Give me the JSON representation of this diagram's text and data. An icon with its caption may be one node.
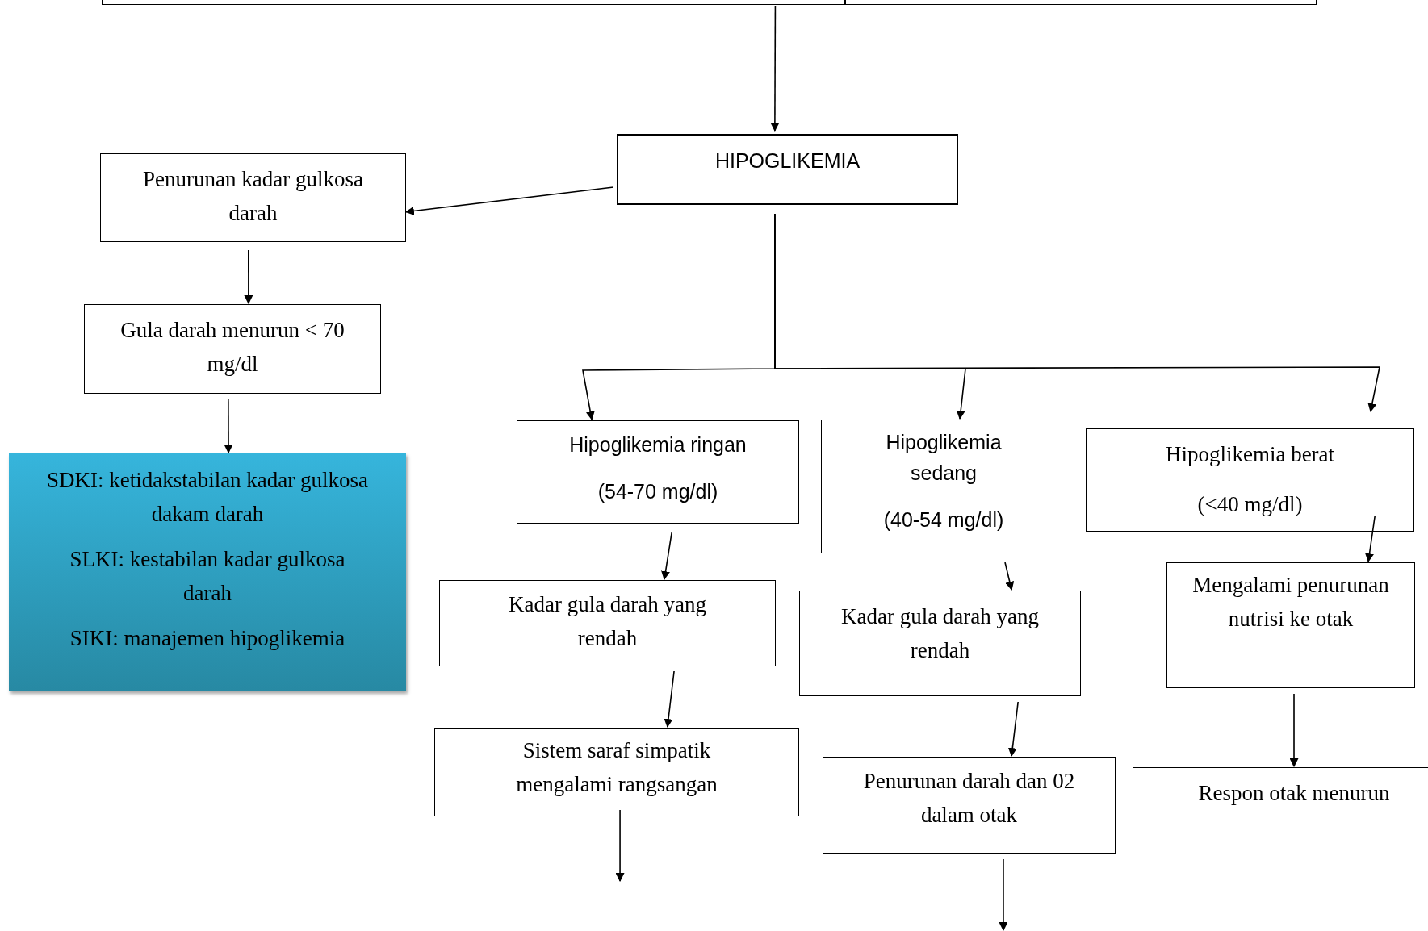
{
  "diagram": {
    "nodes": [
      {
        "text": [],
        "shape": "box"
      },
      {
        "text": [],
        "shape": "box"
      },
      {
        "text": [
          "HIPOGLIKEMIA"
        ]
      },
      {
        "text": [
          "Penurunan kadar gulkosa darah"
        ]
      },
      {
        "text": [
          "Gula darah menurun < 70 mg/dl"
        ]
      },
      {
        "text": [
          "SDKI: ketidakstabilan kadar gulkosa dakam darah",
          "SLKI: kestabilan kadar gulkosa darah",
          "SIKI: manajemen hipoglikemia"
        ]
      },
      {
        "text": [
          "Hipoglikemia ringan",
          "(54-70 mg/dl)"
        ]
      },
      {
        "text": [
          "Hipoglikemia sedang",
          "(40-54 mg/dl)"
        ]
      },
      {
        "text": [
          "Hipoglikemia berat",
          "(<40 mg/dl)"
        ]
      },
      {
        "text": [
          "Kadar gula darah yang rendah"
        ]
      },
      {
        "text": [
          "Kadar gula darah yang rendah"
        ]
      },
      {
        "text": [
          "Mengalami penurunan nutrisi ke otak"
        ]
      },
      {
        "text": [
          "Sistem saraf simpatik mengalami rangsangan"
        ]
      },
      {
        "text": [
          "Penurunan darah dan  02 dalam otak"
        ]
      },
      {
        "text": [
          "Respon otak menurun"
        ]
      }
    ],
    "edges": [
      {
        "from": 0,
        "to": 2,
        "arrow": "to"
      },
      {
        "from": 2,
        "to": 3,
        "arrow": "to"
      },
      {
        "from": 3,
        "to": 4,
        "arrow": "to"
      },
      {
        "from": 4,
        "to": 5,
        "arrow": "to"
      },
      {
        "from": 2,
        "to": 6,
        "arrow": "to"
      },
      {
        "from": 2,
        "to": 7,
        "arrow": "to"
      },
      {
        "from": 2,
        "to": 8,
        "arrow": "to"
      },
      {
        "from": 6,
        "to": 9,
        "arrow": "to"
      },
      {
        "from": 9,
        "to": 12,
        "arrow": "to"
      },
      {
        "from": 12,
        "to": null,
        "arrow": "to"
      },
      {
        "from": 7,
        "to": 10,
        "arrow": "to"
      },
      {
        "from": 10,
        "to": 13,
        "arrow": "to"
      },
      {
        "from": 13,
        "to": null,
        "arrow": "to"
      },
      {
        "from": 8,
        "to": 11,
        "arrow": "to"
      },
      {
        "from": 11,
        "to": 14,
        "arrow": "to"
      }
    ]
  }
}
